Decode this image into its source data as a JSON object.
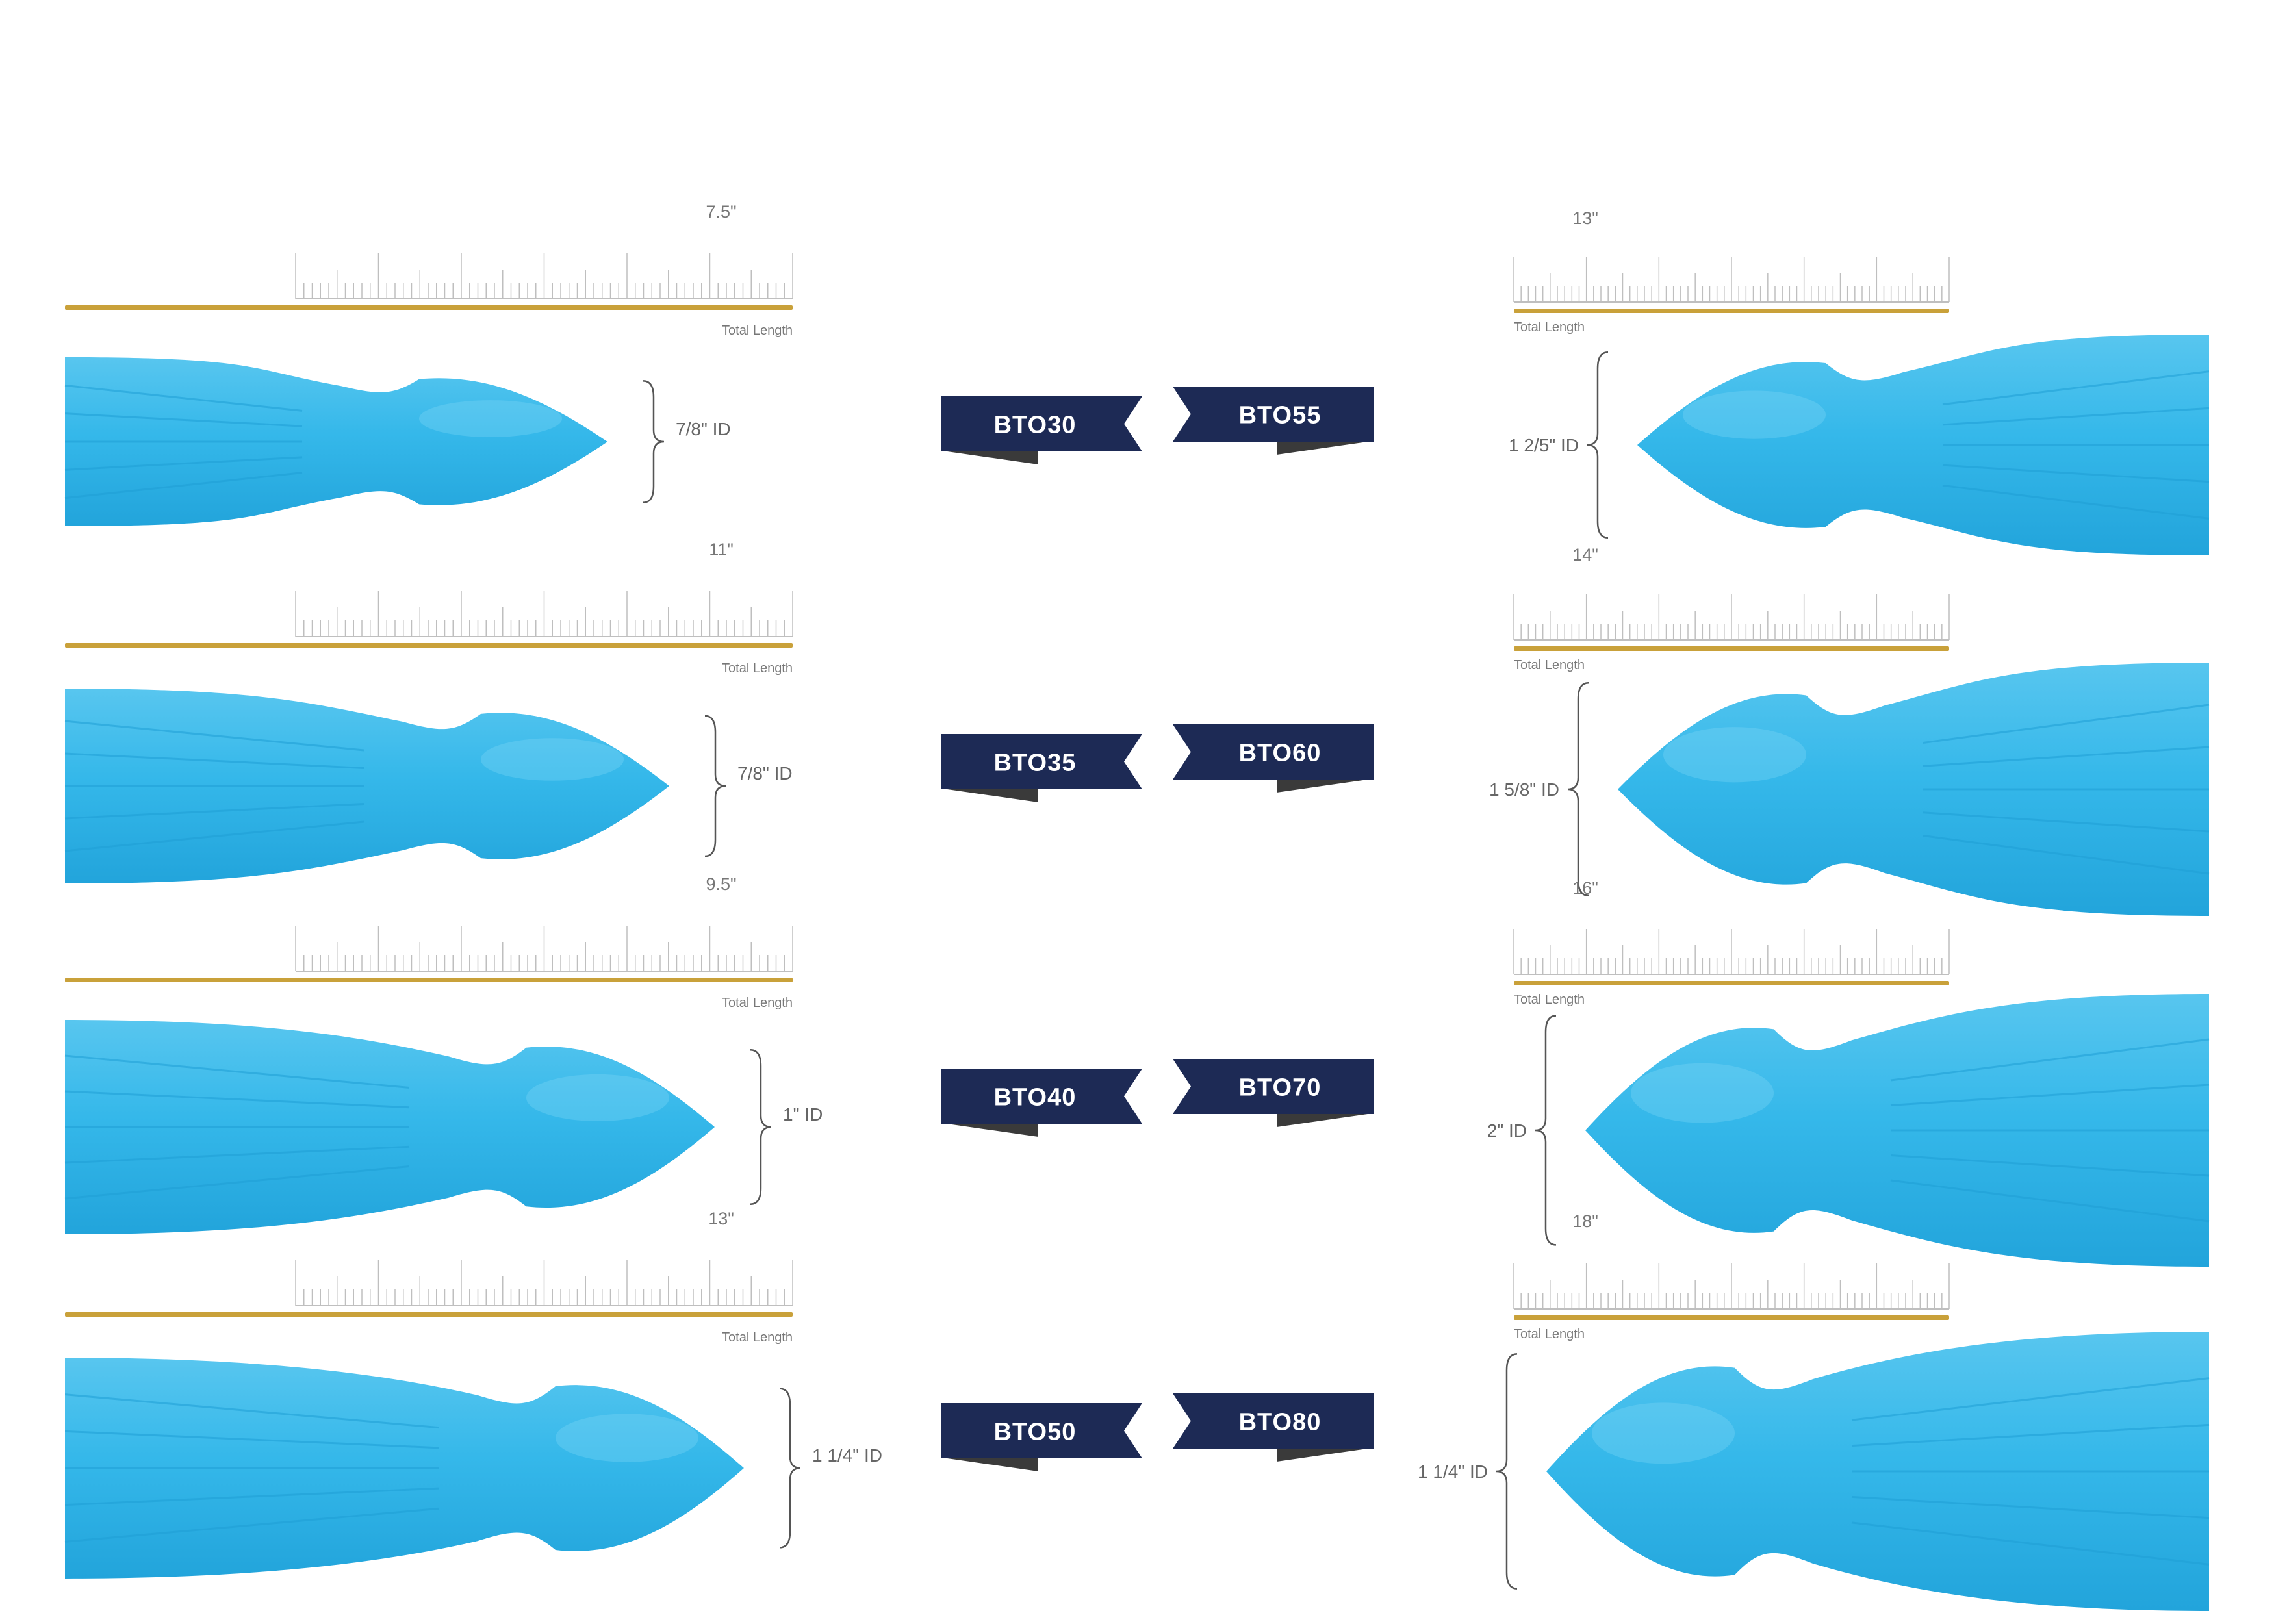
{
  "colors": {
    "lure": "#35b8ea",
    "lure_shadow": "#1f9fd6",
    "lure_highlight": "#7fd6f6",
    "badge": "#1d2a55",
    "badge_fold": "#3a3a3a",
    "gold": "#c9a13a",
    "ruler": "#bfbfbf"
  },
  "common": {
    "total_length_label": "Total Length"
  },
  "left": [
    {
      "code": "BTO30",
      "length": "7.5\"",
      "id_label": "7/8\" ID"
    },
    {
      "code": "BTO35",
      "length": "11\"",
      "id_label": "7/8\" ID"
    },
    {
      "code": "BTO40",
      "length": "9.5\"",
      "id_label": "1\" ID"
    },
    {
      "code": "BTO50",
      "length": "13\"",
      "id_label": "1 1/4\" ID"
    }
  ],
  "right": [
    {
      "code": "BTO55",
      "length": "13\"",
      "id_label": "1 2/5\" ID"
    },
    {
      "code": "BTO60",
      "length": "14\"",
      "id_label": "1 5/8\" ID"
    },
    {
      "code": "BTO70",
      "length": "16\"",
      "id_label": "2\" ID"
    },
    {
      "code": "BTO80",
      "length": "18\"",
      "id_label": "1 1/4\" ID"
    }
  ]
}
